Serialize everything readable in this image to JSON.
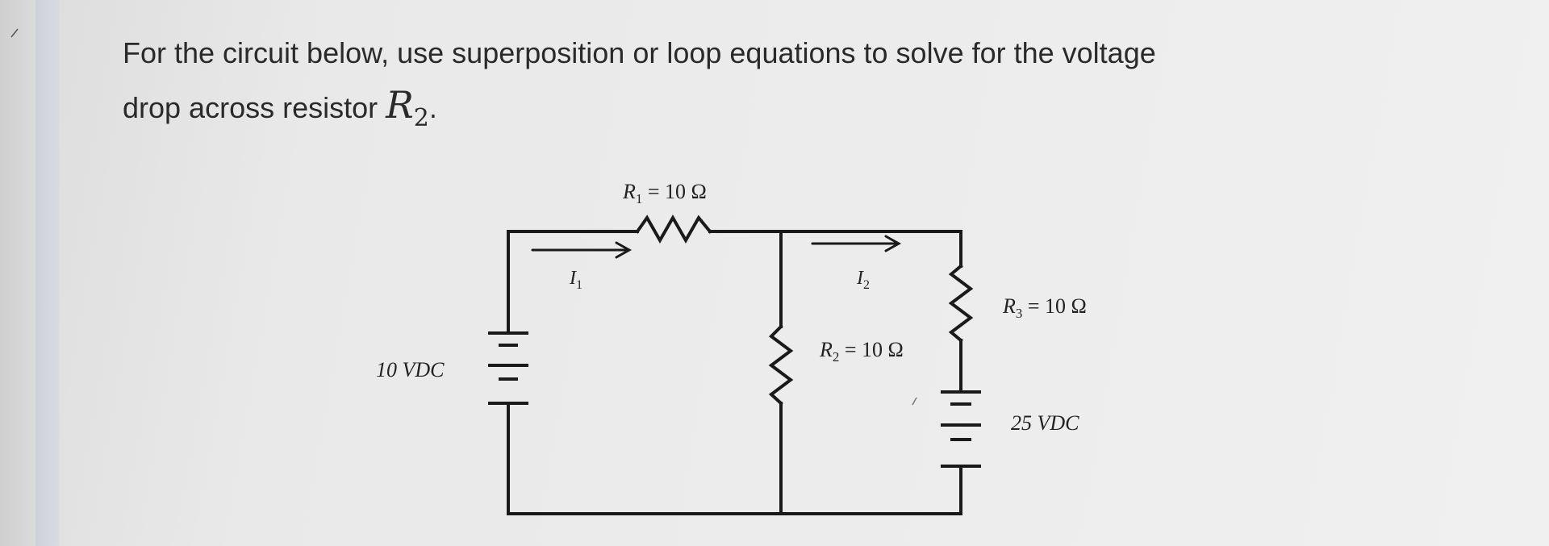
{
  "question": {
    "line1": "For the circuit below, use superposition or loop equations to solve for the voltage",
    "line2": "drop across resistor",
    "symbol": "R",
    "symbol_sub": "2",
    "end": "."
  },
  "circuit": {
    "r1": {
      "name": "R",
      "sub": "1",
      "value": " = 10 Ω"
    },
    "r2": {
      "name": "R",
      "sub": "2",
      "value": " = 10 Ω"
    },
    "r3": {
      "name": "R",
      "sub": "3",
      "value": " = 10 Ω"
    },
    "i1": {
      "name": "I",
      "sub": "1"
    },
    "i2": {
      "name": "I",
      "sub": "2"
    },
    "source_left": "10 VDC",
    "source_right": "25 VDC"
  }
}
